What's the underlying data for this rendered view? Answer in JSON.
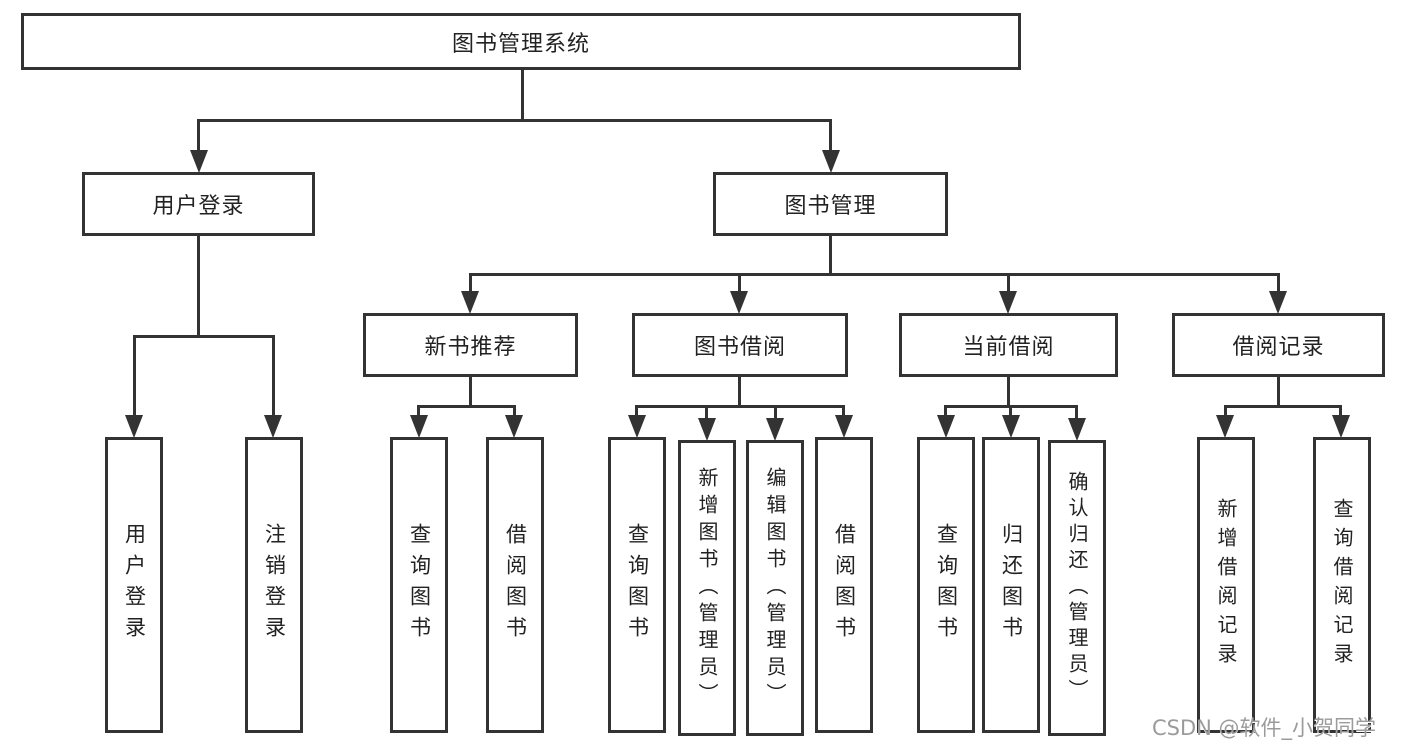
{
  "tree": {
    "root": {
      "label": "图书管理系统",
      "children": [
        {
          "label": "用户登录",
          "children": [
            {
              "label": "用户登录"
            },
            {
              "label": "注销登录"
            }
          ]
        },
        {
          "label": "图书管理",
          "children": [
            {
              "label": "新书推荐",
              "children": [
                {
                  "label": "查询图书"
                },
                {
                  "label": "借阅图书"
                }
              ]
            },
            {
              "label": "图书借阅",
              "children": [
                {
                  "label": "查询图书"
                },
                {
                  "label": "新增图书（管理员）"
                },
                {
                  "label": "编辑图书（管理员）"
                },
                {
                  "label": "借阅图书"
                }
              ]
            },
            {
              "label": "当前借阅",
              "children": [
                {
                  "label": "查询图书"
                },
                {
                  "label": "归还图书"
                },
                {
                  "label": "确认归还（管理员）"
                }
              ]
            },
            {
              "label": "借阅记录",
              "children": [
                {
                  "label": "新增借阅记录"
                },
                {
                  "label": "查询借阅记录"
                }
              ]
            }
          ]
        }
      ]
    }
  },
  "watermark": {
    "text": "CSDN @软件_小贺同学"
  },
  "colors": {
    "line": "#333333",
    "box_border": "#333333",
    "text": "#222222",
    "watermark": "#9b9b9b",
    "background": "#ffffff"
  }
}
